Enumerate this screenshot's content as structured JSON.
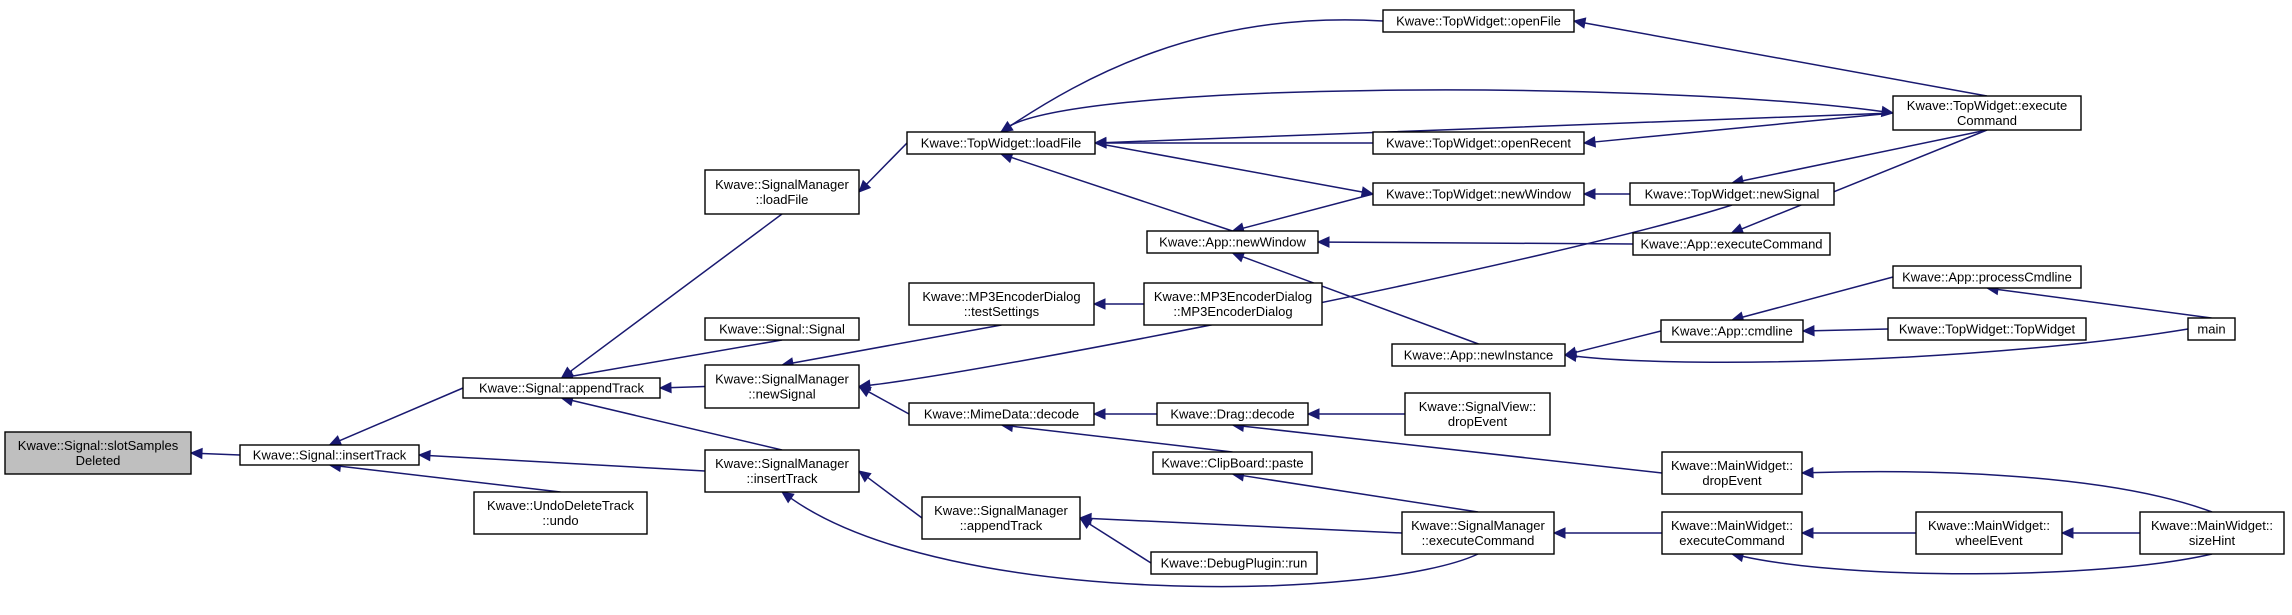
{
  "colors": {
    "edge": "#191970",
    "node_border": "#000000",
    "node_fill": "#ffffff",
    "highlight_fill": "#bfbfbf"
  },
  "nodes": [
    {
      "id": "slotSamplesDeleted",
      "lines": [
        "Kwave::Signal::slotSamples",
        "Deleted"
      ],
      "highlight": true
    },
    {
      "id": "insertTrack",
      "lines": [
        "Kwave::Signal::insertTrack"
      ]
    },
    {
      "id": "appendTrack",
      "lines": [
        "Kwave::Signal::appendTrack"
      ]
    },
    {
      "id": "undoDeleteTrack",
      "lines": [
        "Kwave::UndoDeleteTrack",
        "::undo"
      ]
    },
    {
      "id": "smLoadFile",
      "lines": [
        "Kwave::SignalManager",
        "::loadFile"
      ]
    },
    {
      "id": "signalSignal",
      "lines": [
        "Kwave::Signal::Signal"
      ]
    },
    {
      "id": "smNewSignal",
      "lines": [
        "Kwave::SignalManager",
        "::newSignal"
      ]
    },
    {
      "id": "smInsertTrack",
      "lines": [
        "Kwave::SignalManager",
        "::insertTrack"
      ]
    },
    {
      "id": "twLoadFile",
      "lines": [
        "Kwave::TopWidget::loadFile"
      ]
    },
    {
      "id": "mp3TestSettings",
      "lines": [
        "Kwave::MP3EncoderDialog",
        "::testSettings"
      ]
    },
    {
      "id": "mimeDecode",
      "lines": [
        "Kwave::MimeData::decode"
      ]
    },
    {
      "id": "smAppendTrack",
      "lines": [
        "Kwave::SignalManager",
        "::appendTrack"
      ]
    },
    {
      "id": "appNewWindow",
      "lines": [
        "Kwave::App::newWindow"
      ]
    },
    {
      "id": "mp3Dialog",
      "lines": [
        "Kwave::MP3EncoderDialog",
        "::MP3EncoderDialog"
      ]
    },
    {
      "id": "dragDecode",
      "lines": [
        "Kwave::Drag::decode"
      ]
    },
    {
      "id": "clipPaste",
      "lines": [
        "Kwave::ClipBoard::paste"
      ]
    },
    {
      "id": "debugRun",
      "lines": [
        "Kwave::DebugPlugin::run"
      ]
    },
    {
      "id": "twOpenFile",
      "lines": [
        "Kwave::TopWidget::openFile"
      ]
    },
    {
      "id": "twOpenRecent",
      "lines": [
        "Kwave::TopWidget::openRecent"
      ]
    },
    {
      "id": "twNewWindow",
      "lines": [
        "Kwave::TopWidget::newWindow"
      ]
    },
    {
      "id": "appNewInstance",
      "lines": [
        "Kwave::App::newInstance"
      ]
    },
    {
      "id": "svDropEvent",
      "lines": [
        "Kwave::SignalView::",
        "dropEvent"
      ]
    },
    {
      "id": "smExecuteCommand",
      "lines": [
        "Kwave::SignalManager",
        "::executeCommand"
      ]
    },
    {
      "id": "twNewSignal",
      "lines": [
        "Kwave::TopWidget::newSignal"
      ]
    },
    {
      "id": "appExecuteCommand",
      "lines": [
        "Kwave::App::executeCommand"
      ]
    },
    {
      "id": "appCmdline",
      "lines": [
        "Kwave::App::cmdline"
      ]
    },
    {
      "id": "mwDropEvent",
      "lines": [
        "Kwave::MainWidget::",
        "dropEvent"
      ]
    },
    {
      "id": "mwExecuteCommand",
      "lines": [
        "Kwave::MainWidget::",
        "executeCommand"
      ]
    },
    {
      "id": "twExecuteCommand",
      "lines": [
        "Kwave::TopWidget::execute",
        "Command"
      ]
    },
    {
      "id": "appProcessCmdline",
      "lines": [
        "Kwave::App::processCmdline"
      ]
    },
    {
      "id": "twTopWidget",
      "lines": [
        "Kwave::TopWidget::TopWidget"
      ]
    },
    {
      "id": "mwWheelEvent",
      "lines": [
        "Kwave::MainWidget::",
        "wheelEvent"
      ]
    },
    {
      "id": "main",
      "lines": [
        "main"
      ]
    },
    {
      "id": "mwSizeHint",
      "lines": [
        "Kwave::MainWidget::",
        "sizeHint"
      ]
    }
  ],
  "edges": [
    {
      "from": "insertTrack",
      "to": "slotSamplesDeleted"
    },
    {
      "from": "appendTrack",
      "to": "insertTrack"
    },
    {
      "from": "smInsertTrack",
      "to": "insertTrack"
    },
    {
      "from": "undoDeleteTrack",
      "to": "insertTrack"
    },
    {
      "from": "smLoadFile",
      "to": "appendTrack"
    },
    {
      "from": "signalSignal",
      "to": "appendTrack"
    },
    {
      "from": "smNewSignal",
      "to": "appendTrack"
    },
    {
      "from": "smInsertTrack",
      "to": "appendTrack"
    },
    {
      "from": "twLoadFile",
      "to": "smLoadFile"
    },
    {
      "from": "mp3TestSettings",
      "to": "smNewSignal"
    },
    {
      "from": "mimeDecode",
      "to": "smNewSignal"
    },
    {
      "from": "twNewSignal",
      "to": "smNewSignal"
    },
    {
      "from": "smAppendTrack",
      "to": "smInsertTrack"
    },
    {
      "from": "smExecuteCommand",
      "to": "smInsertTrack"
    },
    {
      "from": "twOpenFile",
      "to": "twLoadFile"
    },
    {
      "from": "twExecuteCommand",
      "to": "twLoadFile"
    },
    {
      "from": "twOpenRecent",
      "to": "twLoadFile"
    },
    {
      "from": "appNewWindow",
      "to": "twLoadFile"
    },
    {
      "from": "mp3Dialog",
      "to": "mp3TestSettings"
    },
    {
      "from": "dragDecode",
      "to": "mimeDecode"
    },
    {
      "from": "clipPaste",
      "to": "mimeDecode"
    },
    {
      "from": "smExecuteCommand",
      "to": "smAppendTrack"
    },
    {
      "from": "debugRun",
      "to": "smAppendTrack"
    },
    {
      "from": "twNewWindow",
      "to": "appNewWindow"
    },
    {
      "from": "appExecuteCommand",
      "to": "appNewWindow"
    },
    {
      "from": "appNewInstance",
      "to": "appNewWindow"
    },
    {
      "from": "svDropEvent",
      "to": "dragDecode"
    },
    {
      "from": "mwDropEvent",
      "to": "dragDecode"
    },
    {
      "from": "smExecuteCommand",
      "to": "clipPaste"
    },
    {
      "from": "twExecuteCommand",
      "to": "twOpenFile"
    },
    {
      "from": "twLoadFile",
      "to": "twExecuteCommand"
    },
    {
      "from": "twExecuteCommand",
      "to": "twOpenRecent"
    },
    {
      "from": "twLoadFile",
      "to": "twNewWindow"
    },
    {
      "from": "twNewSignal",
      "to": "twNewWindow"
    },
    {
      "from": "appCmdline",
      "to": "appNewInstance"
    },
    {
      "from": "main",
      "to": "appNewInstance"
    },
    {
      "from": "mwExecuteCommand",
      "to": "smExecuteCommand"
    },
    {
      "from": "twExecuteCommand",
      "to": "twNewSignal"
    },
    {
      "from": "twExecuteCommand",
      "to": "appExecuteCommand"
    },
    {
      "from": "appProcessCmdline",
      "to": "appCmdline"
    },
    {
      "from": "twTopWidget",
      "to": "appCmdline"
    },
    {
      "from": "mwSizeHint",
      "to": "mwDropEvent"
    },
    {
      "from": "mwWheelEvent",
      "to": "mwExecuteCommand"
    },
    {
      "from": "mwSizeHint",
      "to": "mwExecuteCommand"
    },
    {
      "from": "main",
      "to": "appProcessCmdline"
    },
    {
      "from": "mwSizeHint",
      "to": "mwWheelEvent"
    }
  ]
}
